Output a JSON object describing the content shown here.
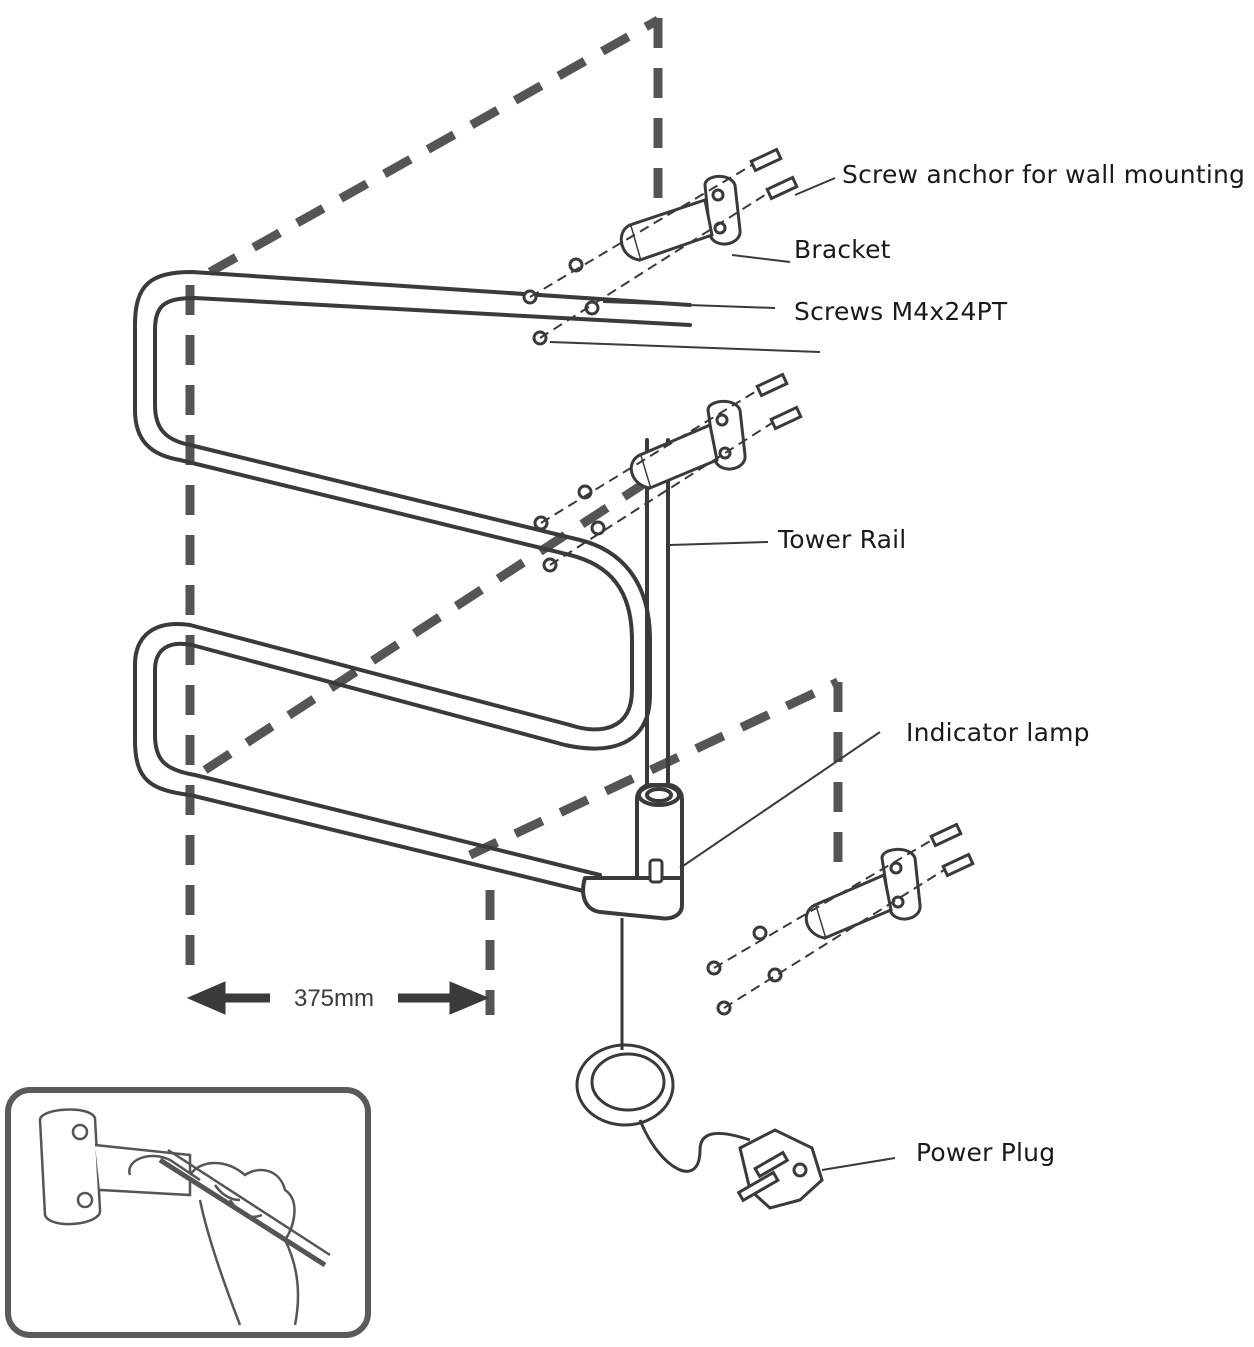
{
  "labels": {
    "screw_anchor": "Screw anchor for wall mounting",
    "bracket": "Bracket",
    "screws": "Screws M4x24PT",
    "tower_rail": "Tower Rail",
    "indicator_lamp": "Indicator lamp",
    "power_plug": "Power Plug"
  },
  "dimension": {
    "width_label": "375mm"
  },
  "colors": {
    "line": "#3a3a3a",
    "dash": "#555555",
    "frame": "#5a5a5a"
  }
}
